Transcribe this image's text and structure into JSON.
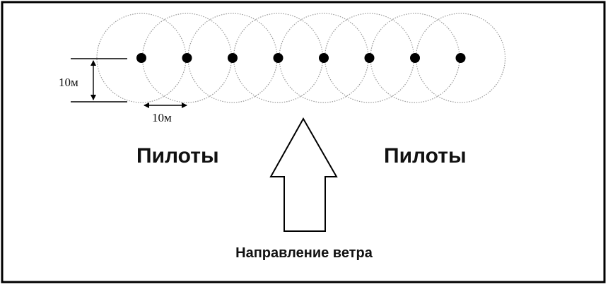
{
  "diagram": {
    "marker_count": 8,
    "spacing_label": "10м",
    "circle_diameter_label": "10м",
    "pilots_left_label": "Пилоты",
    "pilots_right_label": "Пилоты",
    "wind_direction_label": "Направление ветра",
    "colors": {
      "frame": "#000000",
      "background": "#ffffff",
      "circle_outline": "#9a9a9a",
      "marker": "#000000",
      "text": "#111111"
    }
  }
}
